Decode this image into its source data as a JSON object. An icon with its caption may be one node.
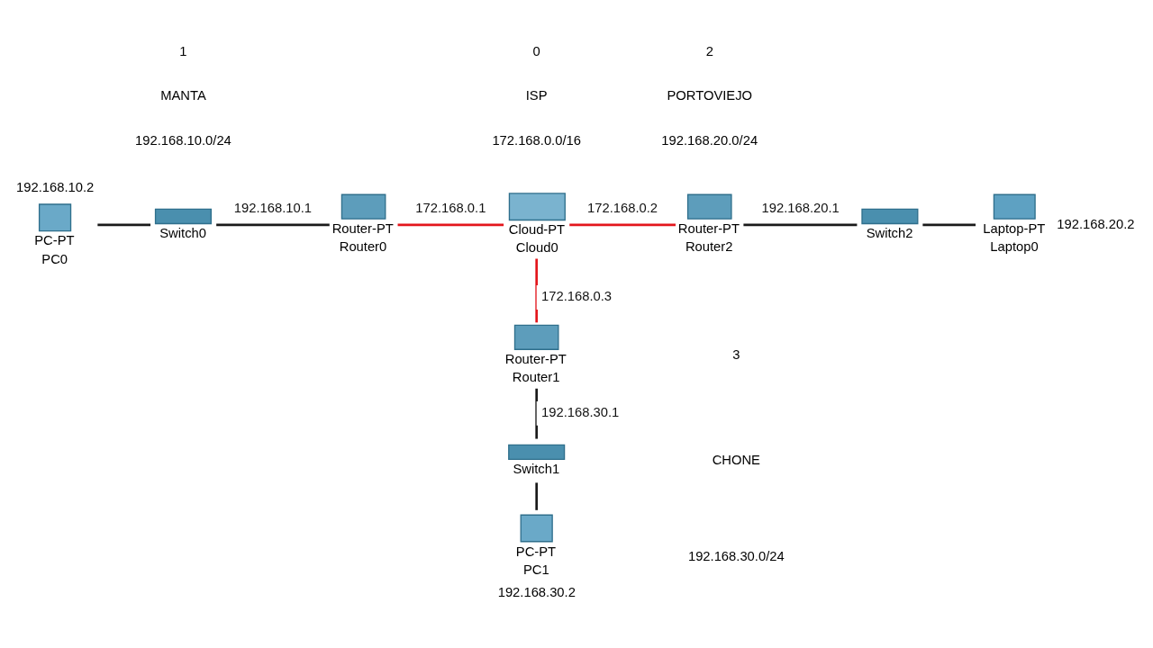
{
  "diagram": {
    "nodes": [
      {
        "text": [
          "PC-PT",
          "PC0"
        ],
        "beside": [
          "192.168.10.2"
        ]
      },
      {
        "text": [
          "Switch0"
        ]
      },
      {
        "text": [
          "Router-PT",
          "Router0"
        ]
      },
      {
        "text": [
          "Cloud-PT",
          "Cloud0"
        ]
      },
      {
        "text": [
          "Router-PT",
          "Router2"
        ]
      },
      {
        "text": [
          "Switch2"
        ]
      },
      {
        "text": [
          "Laptop-PT",
          "Laptop0"
        ],
        "beside": [
          "192.168.20.2"
        ]
      },
      {
        "text": [
          "Router-PT",
          "Router1"
        ]
      },
      {
        "text": [
          "Switch1"
        ]
      },
      {
        "text": [
          "PC-PT",
          "PC1"
        ],
        "beside": [
          "192.168.30.2"
        ]
      }
    ],
    "edges": [
      {
        "from": 0,
        "to": 1,
        "arrow": "none"
      },
      {
        "from": 1,
        "to": 2,
        "arrow": "none",
        "label": "192.168.10.1"
      },
      {
        "from": 2,
        "to": 3,
        "arrow": "none",
        "label": "172.168.0.1",
        "color": "#e3161c"
      },
      {
        "from": 3,
        "to": 4,
        "arrow": "none",
        "label": "172.168.0.2",
        "color": "#e3161c"
      },
      {
        "from": 4,
        "to": 5,
        "arrow": "none",
        "label": "192.168.20.1"
      },
      {
        "from": 5,
        "to": 6,
        "arrow": "none"
      },
      {
        "from": 3,
        "to": 7,
        "arrow": "none",
        "label": "172.168.0.3",
        "color": "#e3161c"
      },
      {
        "from": 7,
        "to": 8,
        "arrow": "none",
        "label": "192.168.30.1"
      },
      {
        "from": 8,
        "to": 9,
        "arrow": "none"
      }
    ],
    "labels": [
      "1",
      "MANTA",
      "192.168.10.0/24",
      "0",
      "ISP",
      "172.168.0.0/16",
      "2",
      "PORTOVIEJO",
      "192.168.20.0/24",
      "3",
      "CHONE",
      "192.168.30.0/24"
    ]
  }
}
